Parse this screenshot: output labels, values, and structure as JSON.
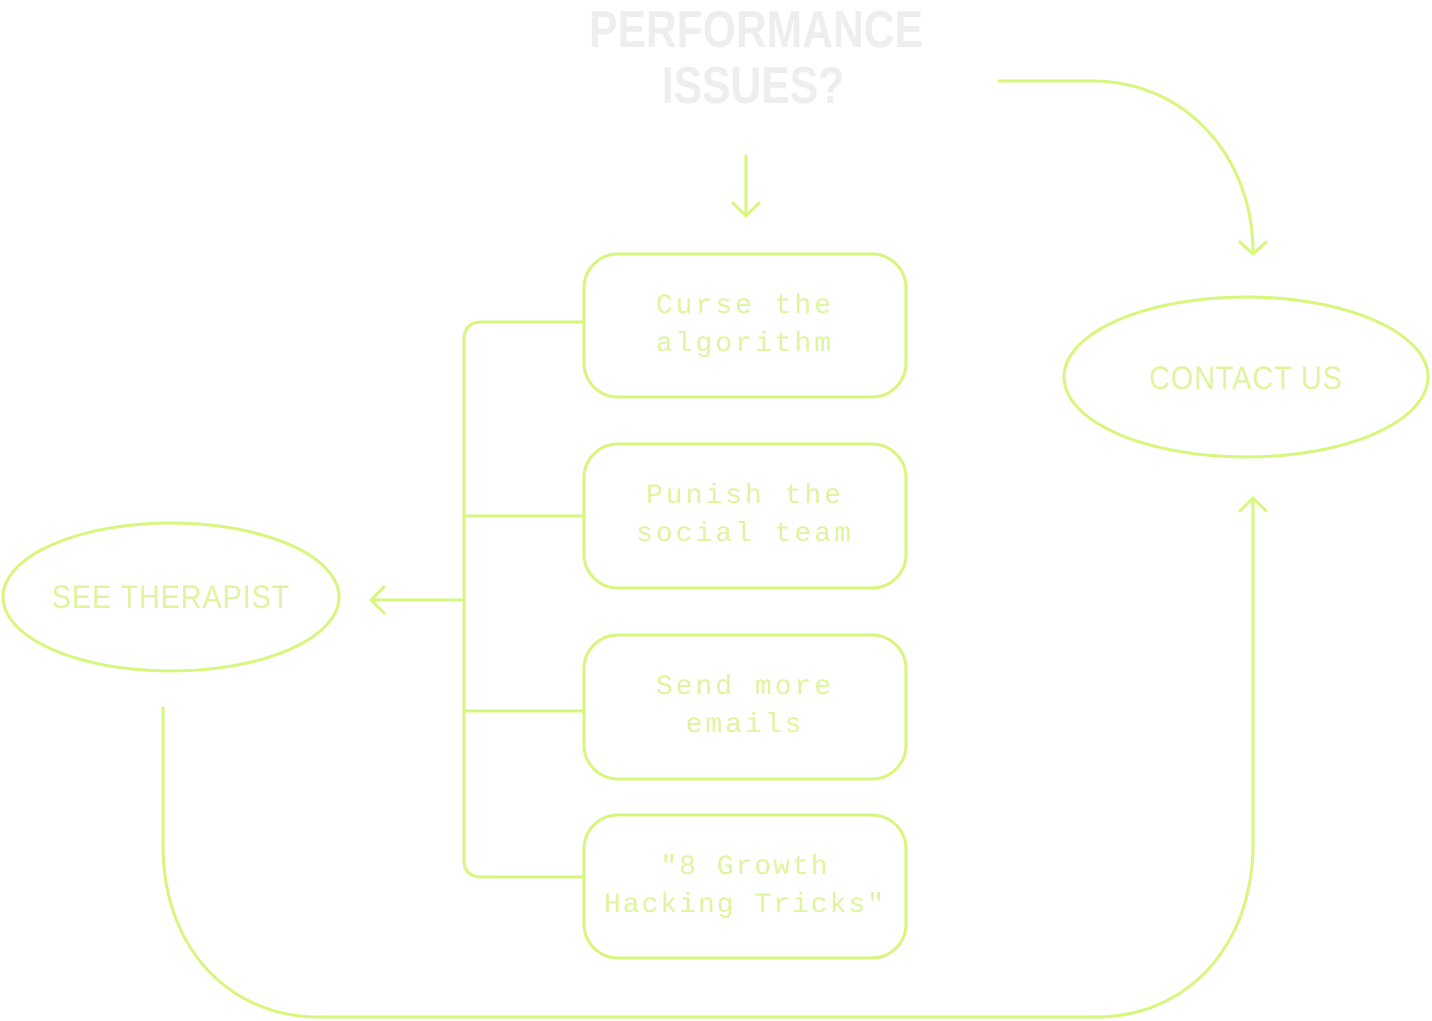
{
  "title": "PERFORMANCE\nISSUES?",
  "colors": {
    "accent": "#d6f77c",
    "text": "#def59e",
    "title": "#eeeeee",
    "background": "#ffffff"
  },
  "nodes": {
    "options": [
      {
        "label": "Curse the\nalgorithm"
      },
      {
        "label": "Punish the\nsocial team"
      },
      {
        "label": "Send more\nemails"
      },
      {
        "label": "\"8 Growth\nHacking Tricks\""
      }
    ],
    "see_therapist": {
      "label": "SEE THERAPIST"
    },
    "contact_us": {
      "label": "CONTACT US"
    }
  },
  "edges": [
    {
      "from": "title",
      "to": "options"
    },
    {
      "from": "title",
      "to": "contact_us"
    },
    {
      "from": "options",
      "to": "see_therapist"
    },
    {
      "from": "see_therapist",
      "to": "contact_us"
    }
  ]
}
